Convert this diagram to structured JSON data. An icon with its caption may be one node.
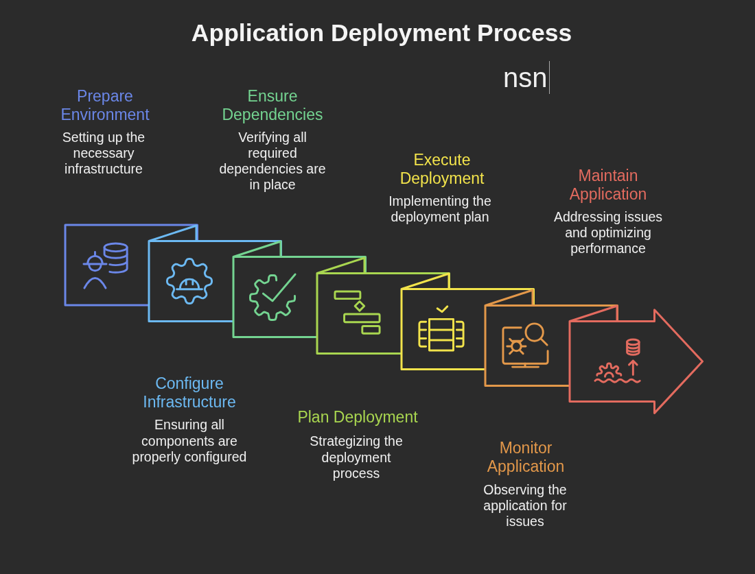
{
  "diagram": {
    "title": "Application Deployment Process",
    "nodes": [
      {
        "text": [],
        "shape": "box",
        "beside": [
          "Prepare Environment",
          "Setting up the necessary infrastructure"
        ]
      },
      {
        "text": [],
        "shape": "box",
        "beside": [
          "Configure Infrastructure",
          "Ensuring all components are properly configured"
        ]
      },
      {
        "text": [],
        "shape": "box",
        "beside": [
          "Ensure Dependencies",
          "Verifying all required dependencies are in place"
        ]
      },
      {
        "text": [],
        "shape": "box",
        "beside": [
          "Plan Deployment",
          "Strategizing the deployment process"
        ]
      },
      {
        "text": [],
        "shape": "box",
        "beside": [
          "Execute Deployment",
          "Implementing the deployment plan"
        ]
      },
      {
        "text": [],
        "shape": "box",
        "beside": [
          "Monitor Application",
          "Observing the application for issues"
        ]
      },
      {
        "text": [],
        "shape": "arrow",
        "beside": [
          "Maintain Application",
          "Addressing issues and optimizing performance"
        ]
      }
    ],
    "labels": [
      "nsn"
    ]
  }
}
